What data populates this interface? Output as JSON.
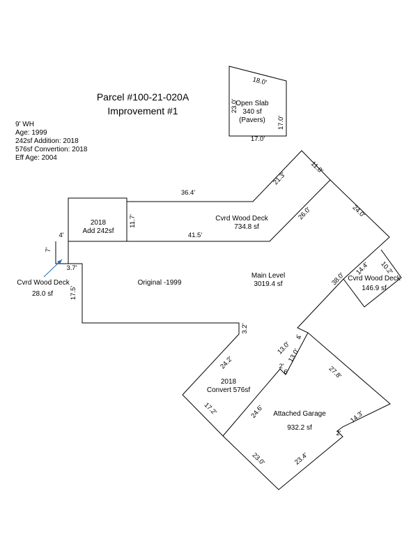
{
  "header": {
    "parcel": "Parcel #100-21-020A",
    "improvement": "Improvement #1"
  },
  "info_lines": [
    "9' WH",
    "Age: 1999",
    "242sf Addition: 2018",
    "576sf Convertion: 2018",
    "Eff Age: 2004"
  ],
  "areas": {
    "open_slab": [
      "Open Slab",
      "340 sf",
      "(Pavers)"
    ],
    "addition": [
      "2018",
      "Add 242sf"
    ],
    "cvrd_deck_top": [
      "Cvrd Wood Deck",
      "734.8 sf"
    ],
    "original": [
      "Original -1999"
    ],
    "main_level": [
      "Main Level",
      "3019.4 sf"
    ],
    "cvrd_deck_right": [
      "Cvrd Wood Deck",
      "146.9 sf"
    ],
    "cvrd_deck_small": [
      "Cvrd Wood Deck",
      "28.0 sf"
    ],
    "convert": [
      "2018",
      "Convert 576sf"
    ],
    "garage": [
      "Attached Garage",
      "932.2 sf"
    ]
  },
  "dimensions": {
    "slab_top": "18.0'",
    "slab_left": "23.0'",
    "slab_right": "17.0'",
    "slab_bottom": "17.0'",
    "d364": "36.4'",
    "d213": "21.3'",
    "d118": "11.8'",
    "d240": "24.0'",
    "d117": "11.7'",
    "d260": "26.0'",
    "d415": "41.5'",
    "d4": "4'",
    "d7": "7'",
    "d37": "3.7'",
    "d175": "17.5'",
    "d380": "38.0'",
    "d144": "14.4'",
    "d102": "10.2'",
    "d32": "3.2'",
    "d242": "24.2'",
    "d130a": "13.0'",
    "d4b": "4'",
    "d130b": "13.0'",
    "d2": "2'",
    "d6": "6'",
    "d278": "27.8'",
    "d172": "17.2'",
    "d246": "24.6'",
    "d230": "23.0'",
    "d234": "23.4'",
    "d143": "14.3'",
    "d2b": "2'"
  }
}
